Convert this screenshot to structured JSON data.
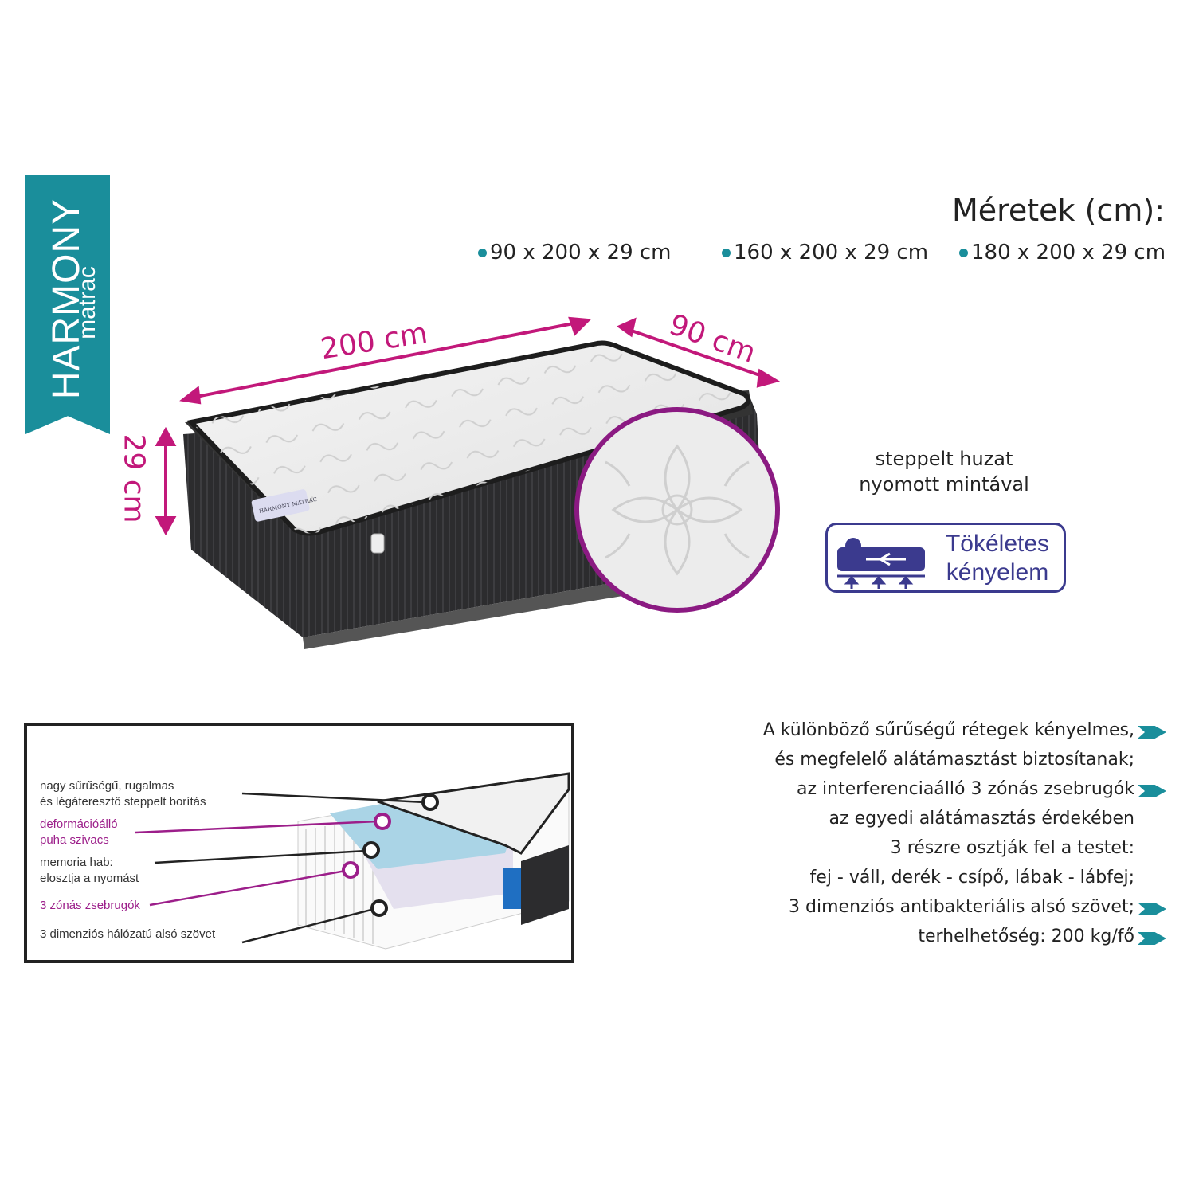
{
  "brand": {
    "name": "HARMONY",
    "subtitle": "matrac"
  },
  "sizes": {
    "title": "Méretek (cm):",
    "items": [
      "90 x 200 x 29 cm",
      "160 x 200 x 29 cm",
      "180 x 200 x 29 cm"
    ]
  },
  "dimensions": {
    "length": "200 cm",
    "width": "90 cm",
    "height": "29 cm"
  },
  "cover": {
    "line1": "steppelt huzat",
    "line2": "nyomott mintával"
  },
  "badge": {
    "line1": "Tökéletes",
    "line2": "kényelem"
  },
  "mattress_label": "HARMONY MATRAC",
  "layers": [
    {
      "line1": "nagy sűrűségű, rugalmas",
      "line2": "és légáteresztő steppelt borítás"
    },
    {
      "line1": "deformációálló",
      "line2": "puha szivacs"
    },
    {
      "line1": "memoria hab:",
      "line2": "elosztja a nyomást"
    },
    {
      "line1": "3 zónás zsebrugók",
      "line2": ""
    },
    {
      "line1": "3 dimenziós hálózatú alsó szövet",
      "line2": ""
    }
  ],
  "features": [
    "A különböző sűrűségű rétegek kényelmes,",
    "és megfelelő alátámasztást biztosítanak;",
    "az interferenciaálló 3 zónás zsebrugók",
    "az egyedi alátámasztás érdekében",
    "3 részre osztják fel a testet:",
    "fej - váll, derék - csípő, lábak - lábfej;",
    "3 dimenziós antibakteriális alsó szövet;",
    "terhelhetőség: 200 kg/fő"
  ],
  "colors": {
    "teal": "#1a8e9b",
    "magenta": "#c2187a",
    "purple": "#9c1e8a",
    "navy": "#3b3a8e"
  }
}
